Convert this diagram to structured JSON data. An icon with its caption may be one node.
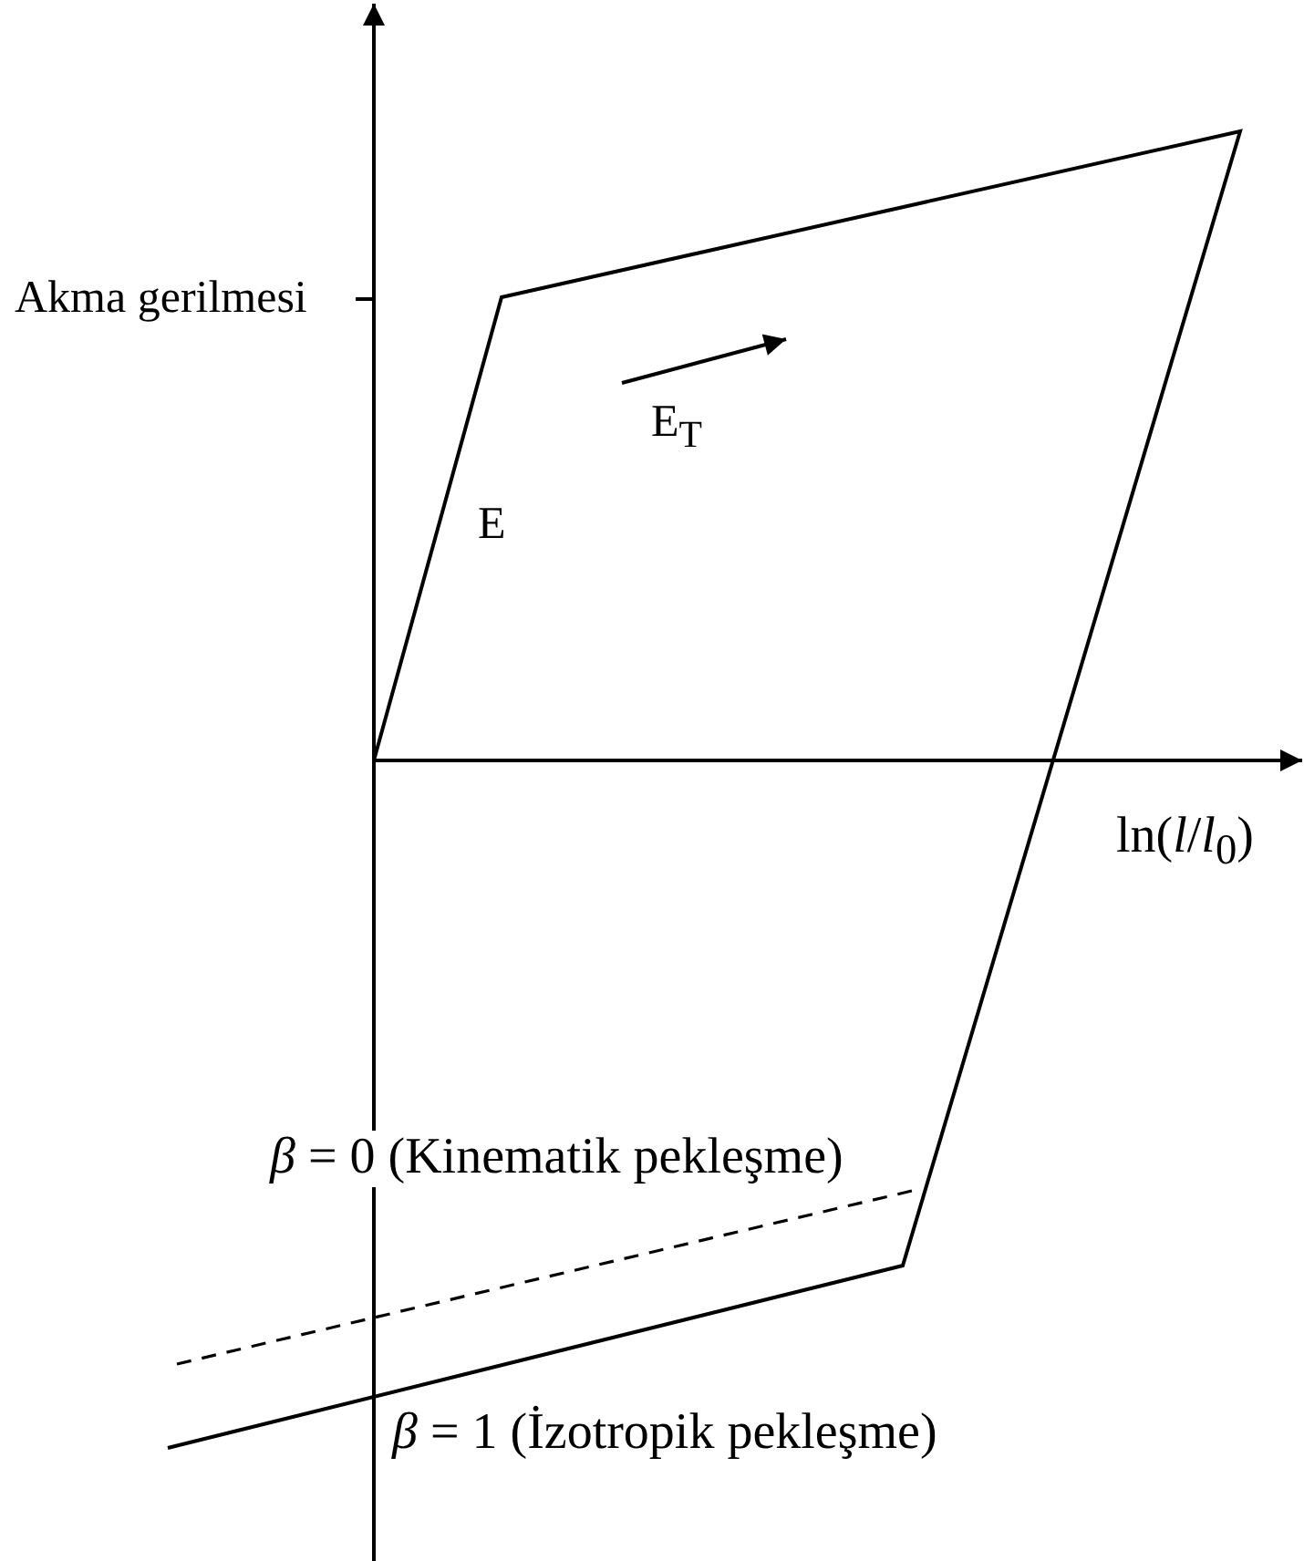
{
  "diagram": {
    "labels": [
      "Akma gerilmesi",
      "E$_{T}$",
      "E",
      "ln(*l*/*l*$_{0}$)",
      "*β* = 0 (Kinematik pekleşme)",
      "*β* = 1 (İzotropik pekleşme)"
    ]
  }
}
